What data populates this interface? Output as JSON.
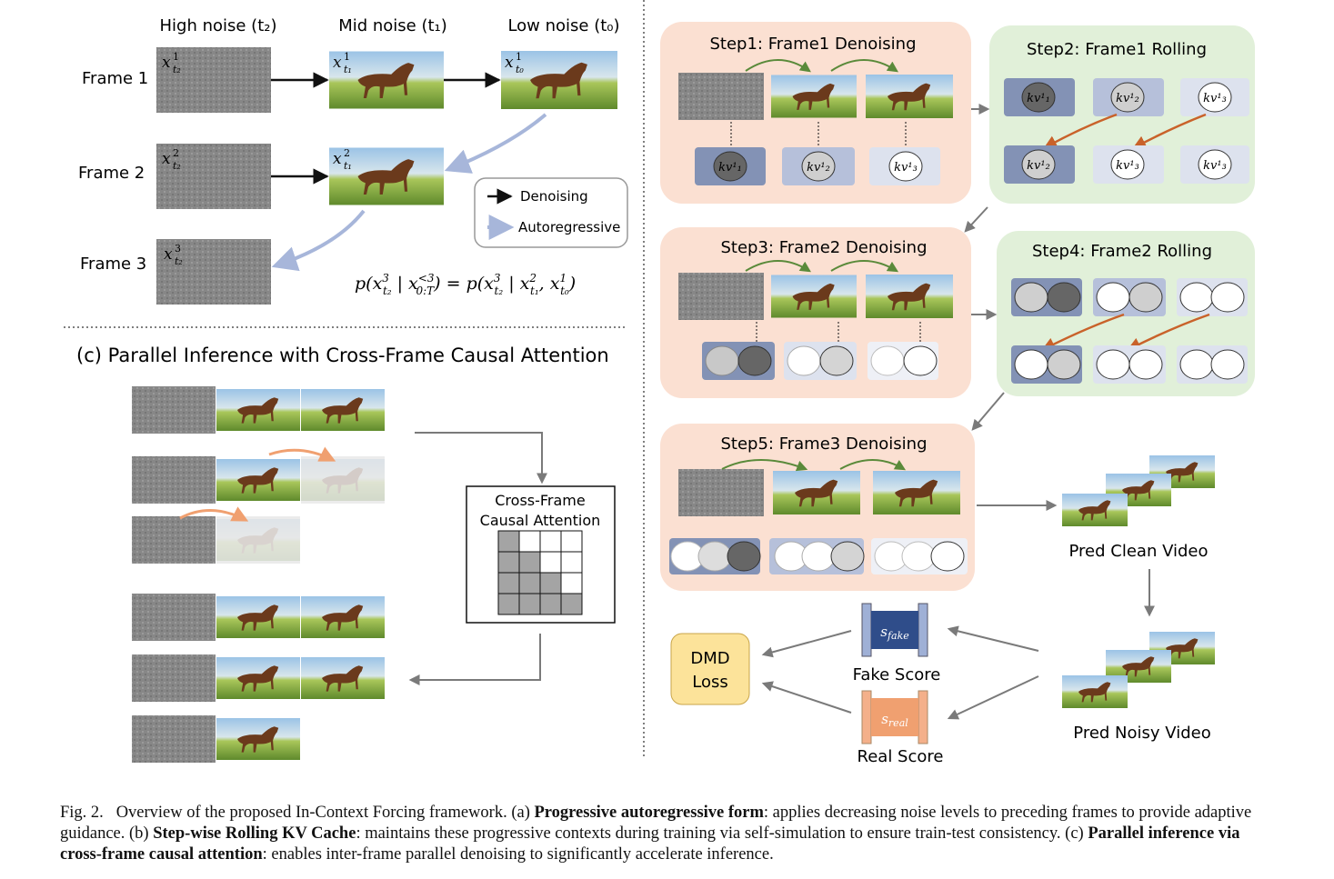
{
  "panel_a": {
    "col_headers": [
      "High noise (t₂)",
      "Mid noise (t₁)",
      "Low noise (t₀)"
    ],
    "rows": [
      "Frame 1",
      "Frame 2",
      "Frame 3"
    ],
    "legend": {
      "denoising": "Denoising",
      "autoregressive": "Autoregressive"
    },
    "equation": "p(x³t₂ | x⁰ːᵀ<³) = p(x³t₂ | x²t₁, x¹t₀)"
  },
  "panel_c": {
    "title": "(c) Parallel Inference with Cross-Frame Causal Attention",
    "attn_label_1": "Cross-Frame",
    "attn_label_2": "Causal Attention"
  },
  "panel_b": {
    "step1": "Step1: Frame1 Denoising",
    "step2": "Step2: Frame1 Rolling",
    "step3": "Step3: Frame2 Denoising",
    "step4": "Step4: Frame2 Rolling",
    "step5": "Step5: Frame3 Denoising",
    "pred_clean": "Pred Clean Video",
    "pred_noisy": "Pred Noisy Video",
    "fake_score": "Fake Score",
    "real_score": "Real Score",
    "dmd_1": "DMD",
    "dmd_2": "Loss"
  },
  "caption": {
    "fig": "Fig. 2.",
    "intro": "Overview of the proposed In-Context Forcing framework. (a)",
    "b1": "Progressive autoregressive form",
    "t1": ": applies decreasing noise levels to preceding frames to provide adaptive guidance. (b)",
    "b2": "Step-wise Rolling KV Cache",
    "t2": ": maintains these progressive contexts during training via self-simulation to ensure train-test consistency. (c)",
    "b3": "Parallel inference via cross-frame causal attention",
    "t3": ": enables inter-frame parallel denoising to significantly accelerate inference."
  },
  "colors": {
    "peach": "#fbe0d2",
    "mint": "#e1f0d9",
    "noise": "#8a8a8a",
    "arrow_blue": "#9fb0d6",
    "green_arrow": "#5a8a3a",
    "orange_arrow": "#c9622a",
    "dmd": "#fce39a"
  }
}
